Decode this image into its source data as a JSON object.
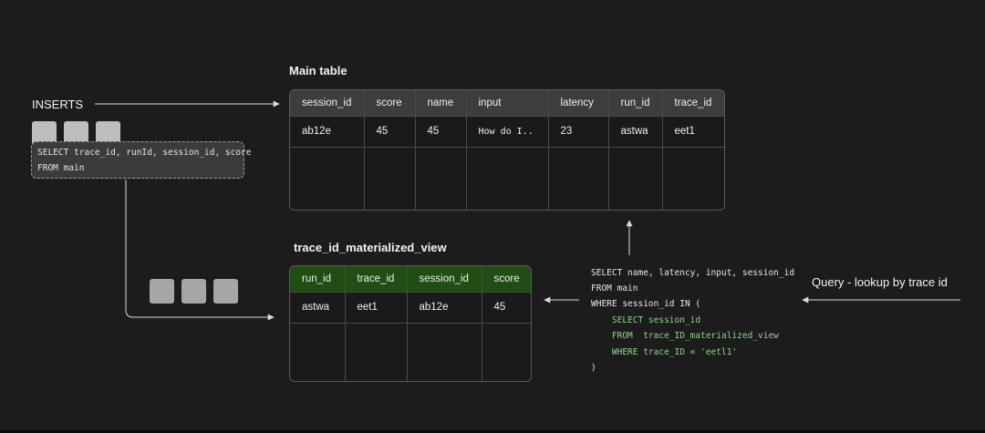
{
  "inserts_label": "INSERTS",
  "insert_sql": [
    "SELECT trace_id, runId, session_id, score",
    "FROM main"
  ],
  "main_table": {
    "title": "Main table",
    "columns": [
      "session_id",
      "score",
      "name",
      "input",
      "latency",
      "run_id",
      "trace_id"
    ],
    "row": [
      "ab12e",
      "45",
      "45",
      "How do I..",
      "23",
      "astwa",
      "eet1"
    ]
  },
  "mv_table": {
    "title": "trace_id_materialized_view",
    "columns": [
      "run_id",
      "trace_id",
      "session_id",
      "score"
    ],
    "row": [
      "astwa",
      "eet1",
      "ab12e",
      "45"
    ]
  },
  "query_label": "Query - lookup by trace id",
  "query_sql": {
    "l1": "SELECT name, latency, input, session_id",
    "l2": "FROM main",
    "l3": "WHERE session_id IN (",
    "l4": "    SELECT session_id",
    "l5": "    FROM  trace_ID_materialized_view",
    "l6": "    WHERE trace_ID = 'eetl1'",
    "l7": ")"
  },
  "colors": {
    "background": "#1c1c1c",
    "header_gray": "#3d3d3d",
    "header_green": "#1f4d14",
    "sql_green": "#8fd48a"
  }
}
